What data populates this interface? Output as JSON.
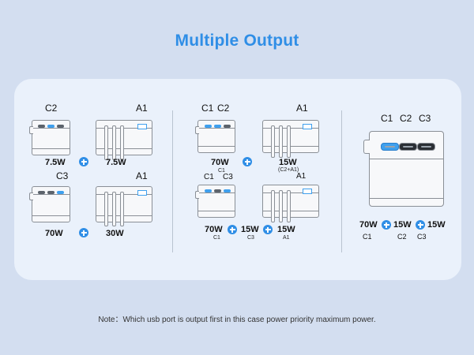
{
  "title": "Multiple Output",
  "note": "Note：Which usb port is output first in this case power priority maximum power.",
  "colors": {
    "accent": "#2f8ee6",
    "panel": "#eaf1fb",
    "background": "#d3def0",
    "active_port": "#3fa0ee"
  },
  "icons": [
    "plus-icon"
  ],
  "group1": {
    "row1": {
      "left_label": "C2",
      "left_power": "7.5W",
      "right_label": "A1",
      "right_power": "7.5W"
    },
    "row2": {
      "left_label": "C3",
      "left_power": "70W",
      "right_label": "A1",
      "right_power": "30W"
    }
  },
  "group2": {
    "row1": {
      "c1": "C1",
      "c2": "C2",
      "a1": "A1",
      "left_power": "70W",
      "left_sub": "C1",
      "right_power": "15W",
      "right_sub": "(C2+A1)"
    },
    "row2": {
      "c1": "C1",
      "c3": "C3",
      "a1": "A1",
      "p1": "70W",
      "s1": "C1",
      "p2": "15W",
      "s2": "C3",
      "p3": "15W",
      "s3": "A1"
    }
  },
  "group3": {
    "c1": "C1",
    "c2": "C2",
    "c3": "C3",
    "p1": "70W",
    "s1": "C1",
    "p2": "15W",
    "s2": "C2",
    "p3": "15W",
    "s3": "C3"
  }
}
